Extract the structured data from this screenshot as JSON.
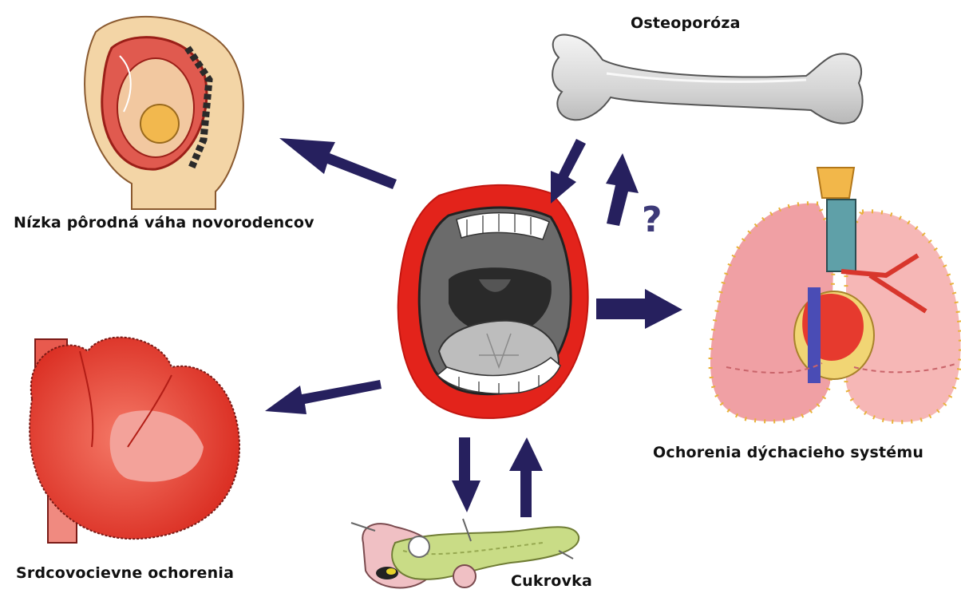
{
  "labels": {
    "osteoporosis": "Osteoporóza",
    "low_birth_weight": "Nízka pôrodná váha novorodencov",
    "respiratory": "Ochorenia dýchacieho systému",
    "cardiovascular": "Srdcovocievne ochorenia",
    "diabetes": "Cukrovka",
    "uncertain_mark": "?"
  },
  "colors": {
    "arrow": "#26205e",
    "mouth_red": "#e3231b",
    "heart_red": "#e8382c",
    "lung_pink": "#f0a6a8",
    "bone_grey": "#d8d8d8",
    "pancreas_green": "#c9dc86"
  },
  "icons": [
    "open-mouth-icon",
    "fetus-icon",
    "bone-icon",
    "lungs-icon",
    "heart-icon",
    "pancreas-icon"
  ]
}
